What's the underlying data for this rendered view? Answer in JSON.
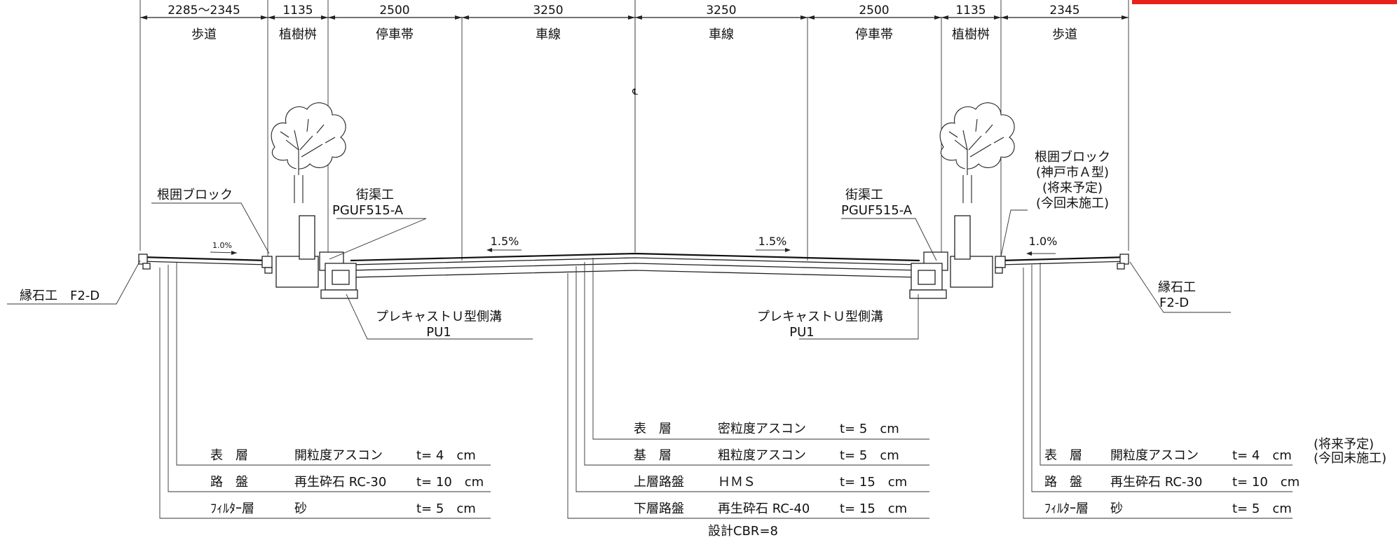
{
  "dimensions": {
    "left_sidewalk": "2285～2345",
    "left_planter": "1135",
    "left_parking": "2500",
    "left_lane": "3250",
    "right_lane": "3250",
    "right_parking": "2500",
    "right_planter": "1135",
    "right_sidewalk": "2345"
  },
  "zones": {
    "left_sidewalk": "歩道",
    "left_planter": "植樹桝",
    "left_parking": "停車帯",
    "left_lane": "車線",
    "right_lane": "車線",
    "right_parking": "停車帯",
    "right_planter": "植樹桝",
    "right_sidewalk": "歩道"
  },
  "centerline": "℄",
  "slopes": {
    "left_sidewalk": "1.0%",
    "left_road": "1.5%",
    "right_road": "1.5%",
    "right_sidewalk": "1.0%"
  },
  "labels": {
    "left_root_block": "根囲ブロック",
    "gutter_name": "街渠工",
    "gutter_code": "PGUF515-A",
    "right_root_block_1": "根囲ブロック",
    "right_root_block_2": "(神戸市Ａ型)",
    "right_root_block_3": "(将来予定)",
    "right_root_block_4": "(今回未施工)",
    "curb_left": "縁石工　F2-D",
    "curb_right_1": "縁石工",
    "curb_right_2": "F2-D",
    "drain_name": "プレキャストＵ型側溝",
    "drain_code": "PU1",
    "design_cbr": "設計CBR=8"
  },
  "left_table": [
    {
      "layer": "表　層",
      "material": "開粒度アスコン",
      "thickness": "t= 4　cm"
    },
    {
      "layer": "路　盤",
      "material": "再生砕石 RC-30",
      "thickness": "t= 10　cm"
    },
    {
      "layer": "ﾌｨﾙﾀｰ層",
      "material": "砂",
      "thickness": "t= 5　cm"
    }
  ],
  "center_table": [
    {
      "layer": "表　層",
      "material": "密粒度アスコン",
      "thickness": "t= 5　cm"
    },
    {
      "layer": "基　層",
      "material": "粗粒度アスコン",
      "thickness": "t= 5　cm"
    },
    {
      "layer": "上層路盤",
      "material": "ＨＭＳ",
      "thickness": "t= 15　cm"
    },
    {
      "layer": "下層路盤",
      "material": "再生砕石 RC-40",
      "thickness": "t= 15　cm"
    }
  ],
  "right_table": [
    {
      "layer": "表　層",
      "material": "開粒度アスコン",
      "thickness": "t= 4　cm"
    },
    {
      "layer": "路　盤",
      "material": "再生砕石 RC-30",
      "thickness": "t= 10　cm"
    },
    {
      "layer": "ﾌｨﾙﾀｰ層",
      "material": "砂",
      "thickness": "t= 5　cm"
    }
  ],
  "right_table_note": [
    "(将来予定)",
    "(今回未施工)"
  ],
  "colors": {
    "accent_bar": "#e8221b",
    "line": "#222222"
  }
}
